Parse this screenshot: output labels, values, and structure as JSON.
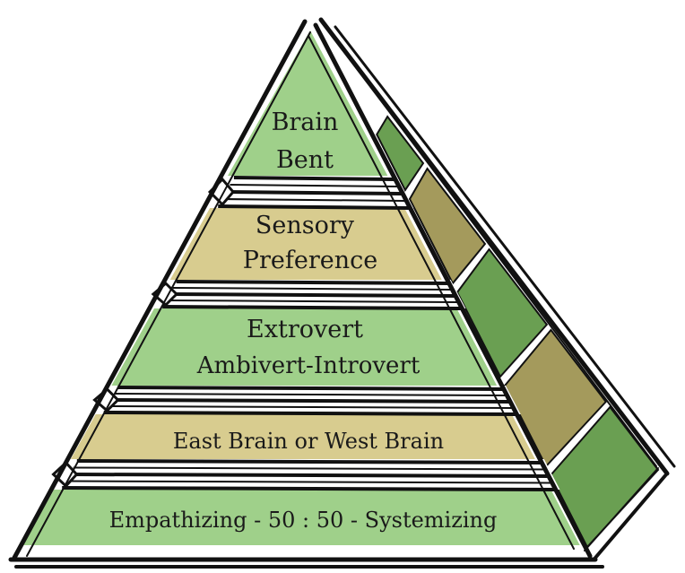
{
  "diagram": {
    "levels": [
      {
        "lines": [
          "Brain",
          "Bent"
        ],
        "color": "#9fd08a"
      },
      {
        "lines": [
          "Sensory",
          "Preference"
        ],
        "color": "#d8cc8f"
      },
      {
        "lines": [
          "Extrovert",
          "Ambivert-Introvert"
        ],
        "color": "#9fd08a"
      },
      {
        "lines": [
          "East Brain or West Brain"
        ],
        "color": "#d8cc8f"
      },
      {
        "lines": [
          "Empathizing - 50 : 50 - Systemizing"
        ],
        "color": "#9fd08a"
      }
    ],
    "side_colors": [
      "#6a9f52",
      "#a49a5c",
      "#6a9f52",
      "#a49a5c",
      "#6a9f52"
    ],
    "outline_color": "#111111"
  }
}
